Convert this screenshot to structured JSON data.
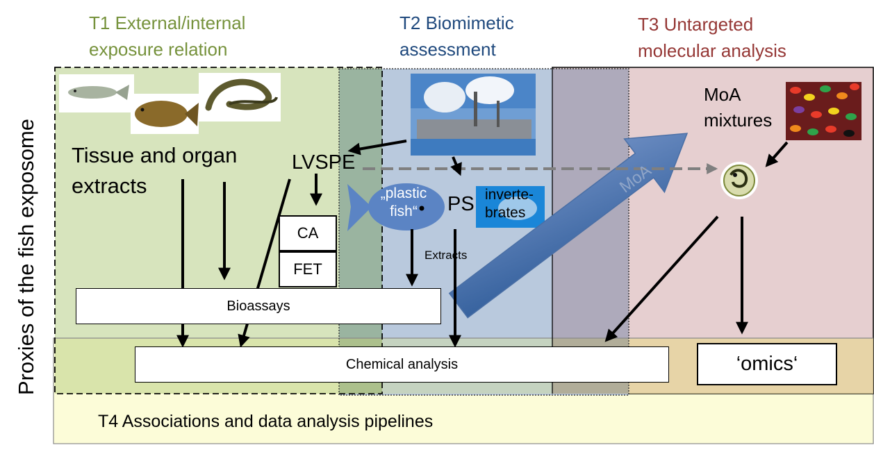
{
  "themes": {
    "t1": {
      "line1": "T1 External/internal",
      "line2": "exposure relation"
    },
    "t2": {
      "line1": "T2 Biomimetic",
      "line2": "assessment"
    },
    "t3": {
      "line1": "T3 Untargeted",
      "line2": "molecular analysis"
    },
    "t4": "T4 Associations and data analysis pipelines"
  },
  "side_label": "Proxies of the fish exposome",
  "labels": {
    "tissue_line1": "Tissue  and organ",
    "tissue_line2": "extracts",
    "lvspe": "LVSPE",
    "plastic_fish_line1": "„plastic",
    "plastic_fish_line2": "fish“",
    "ps": "PS",
    "invertebrates_line1": "inverte-",
    "invertebrates_line2": "brates",
    "extracts": "Extracts",
    "moa_arrow": "MoA",
    "moa_mixtures_line1": "MoA",
    "moa_mixtures_line2": "mixtures"
  },
  "boxes": {
    "ca": "CA",
    "fet": "FET",
    "bioassays": "Bioassays",
    "chemical_analysis": "Chemical analysis",
    "omics": "‘omics‘"
  },
  "colors": {
    "t1_panel": "#d7e4bd",
    "t2_panel": "#b9c9dd",
    "t3_panel": "#e6cfd0",
    "t4_panel": "#fcfcd8",
    "moa_arrow": "#3a65a0"
  }
}
